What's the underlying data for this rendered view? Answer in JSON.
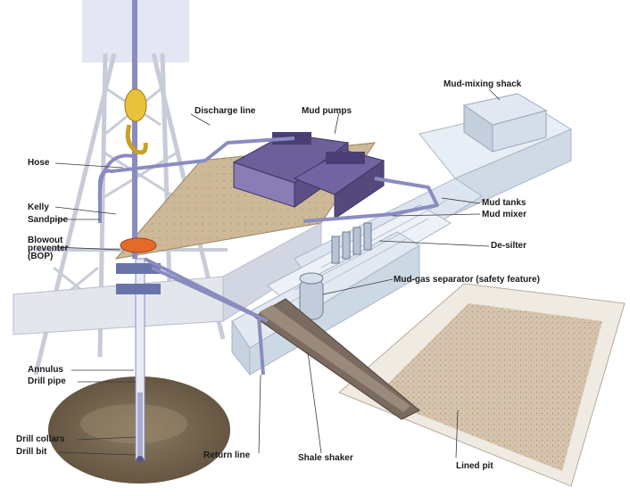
{
  "labels": {
    "hose": "Hose",
    "kelly": "Kelly",
    "sandpipe": "Sandpipe",
    "bop": "Blowout\npreventer\n(BOP)",
    "annulus": "Annulus",
    "drill_pipe": "Drill pipe",
    "drill_collars": "Drill collars",
    "drill_bit": "Drill bit",
    "discharge_line": "Discharge line",
    "mud_pumps": "Mud pumps",
    "mud_mixing_shack": "Mud-mixing shack",
    "mud_tanks": "Mud tanks",
    "mud_mixer": "Mud mixer",
    "de_silter": "De-silter",
    "mud_gas_separator": "Mud-gas separator (safety feature)",
    "return_line": "Return line",
    "shale_shaker": "Shale shaker",
    "lined_pit": "Lined pit"
  },
  "colors": {
    "derrick": "#e6e8f0",
    "platform": "#c9b79a",
    "pumps": "#7d6fa8",
    "tanks": "#dde6f0",
    "pipe": "#8a8cc0",
    "pit": "#d9c9b4",
    "ground": "#7a6a55"
  }
}
